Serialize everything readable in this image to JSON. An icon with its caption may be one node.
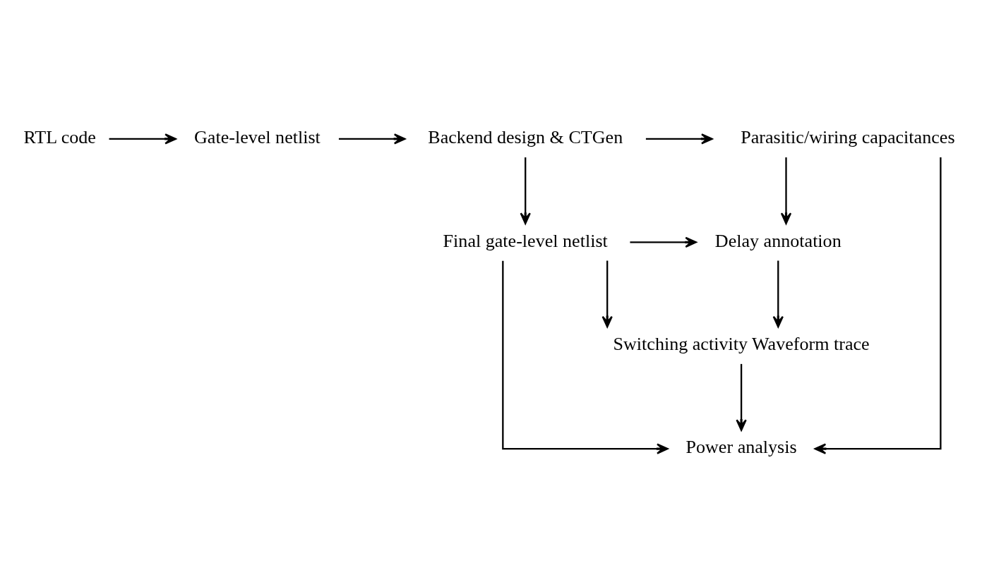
{
  "diagram": {
    "nodes": [
      {
        "text": [
          "RTL code"
        ]
      },
      {
        "text": [
          "Gate-level netlist"
        ]
      },
      {
        "text": [
          "Backend design & CTGen"
        ]
      },
      {
        "text": [
          "Parasitic/wiring capacitances"
        ]
      },
      {
        "text": [
          "Final gate-level netlist"
        ]
      },
      {
        "text": [
          "Delay annotation"
        ]
      },
      {
        "text": [
          "Switching activity Waveform trace"
        ]
      },
      {
        "text": [
          "Power analysis"
        ]
      }
    ],
    "edges": [
      {
        "from": 0,
        "to": 1,
        "arrow": "to"
      },
      {
        "from": 1,
        "to": 2,
        "arrow": "to"
      },
      {
        "from": 2,
        "to": 3,
        "arrow": "to"
      },
      {
        "from": 2,
        "to": 4,
        "arrow": "to"
      },
      {
        "from": 3,
        "to": 5,
        "arrow": "to"
      },
      {
        "from": 4,
        "to": 5,
        "arrow": "to"
      },
      {
        "from": 5,
        "to": 6,
        "arrow": "to"
      },
      {
        "from": 4,
        "to": 6,
        "arrow": "to"
      },
      {
        "from": 6,
        "to": 7,
        "arrow": "to"
      },
      {
        "from": 4,
        "to": 7,
        "arrow": "to"
      },
      {
        "from": 3,
        "to": 7,
        "arrow": "to"
      }
    ]
  }
}
